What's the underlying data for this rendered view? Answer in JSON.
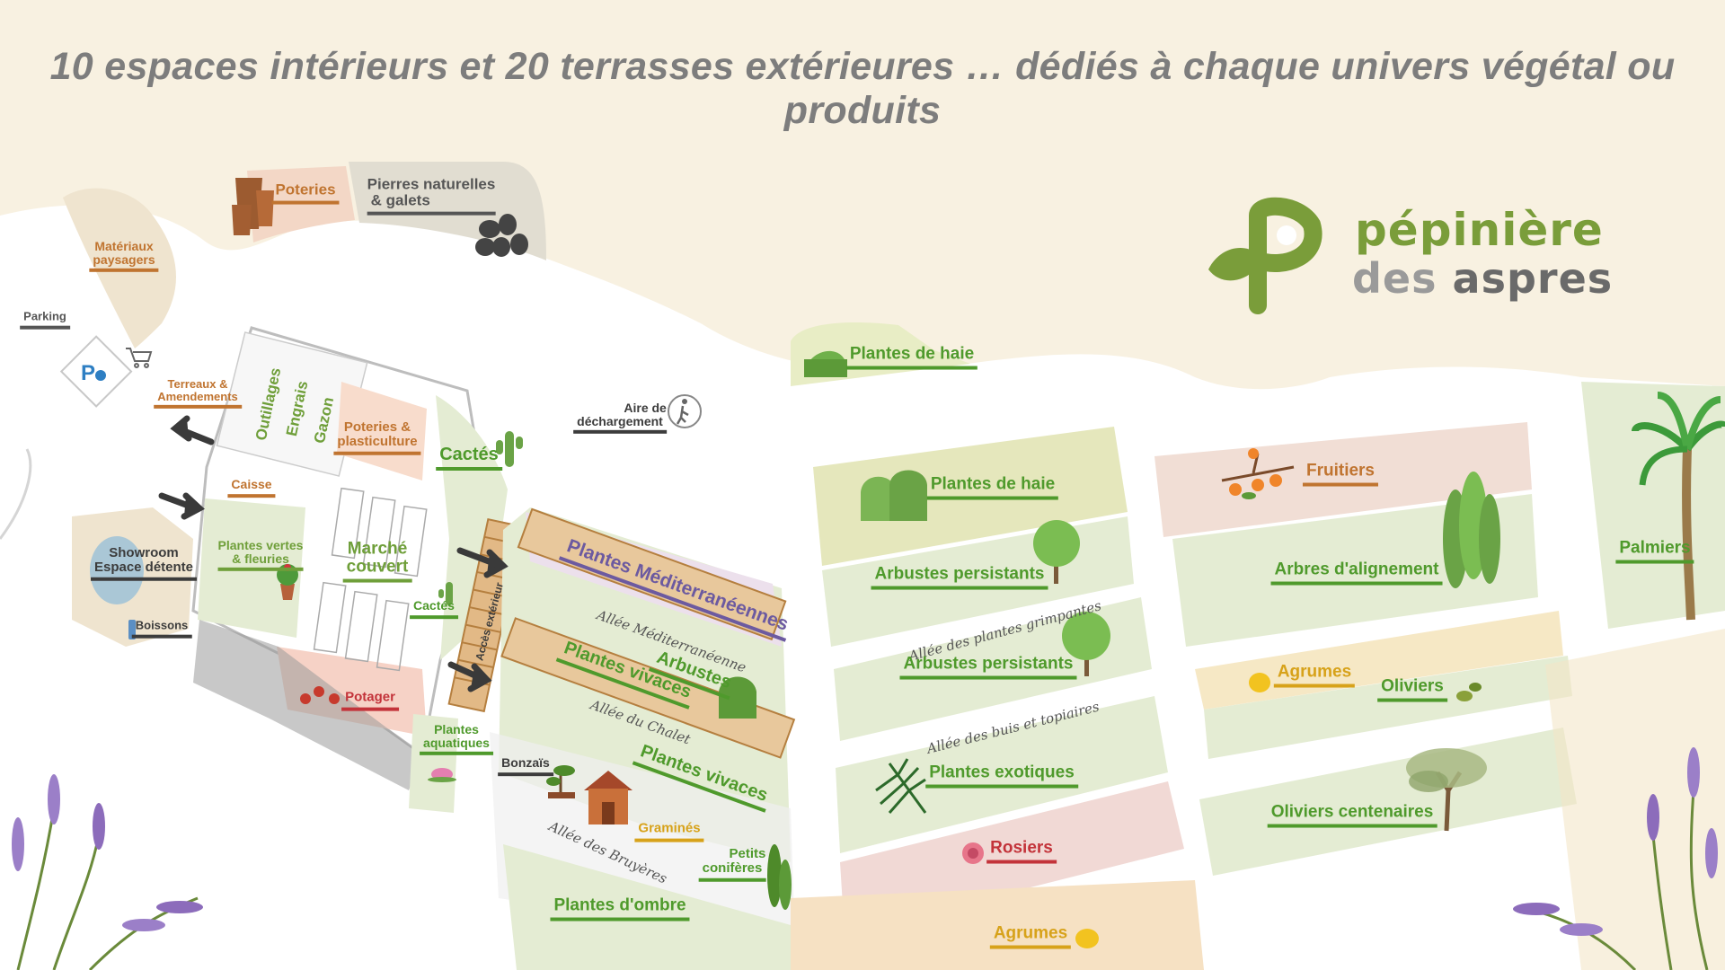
{
  "title": "10 espaces intérieurs et 20 terrasses extérieures … dédiés à chaque univers végétal ou produits",
  "logo": {
    "word1": "pépinière",
    "word2a": "des",
    "word2b": "aspres"
  },
  "labels": {
    "poteries": "Poteries",
    "pierres_1": "Pierres naturelles",
    "pierres_2": "& galets",
    "materiaux_1": "Matériaux",
    "materiaux_2": "paysagers",
    "parking": "Parking",
    "terreaux_1": "Terreaux &",
    "terreaux_2": "Amendements",
    "outillages": "Outillages",
    "engrais": "Engrais",
    "gazon": "Gazon",
    "poteries_plast_1": "Poteries &",
    "poteries_plast_2": "plasticulture",
    "aire_1": "Aire de",
    "aire_2": "déchargement",
    "cactes_top": "Cactés",
    "caisse": "Caisse",
    "showroom_1": "Showroom",
    "showroom_2": "Espace détente",
    "plantes_vertes_1": "Plantes vertes",
    "plantes_vertes_2": "& fleuries",
    "marche_1": "Marché",
    "marche_2": "couvert",
    "cactes_small": "Cactés",
    "acces": "Accès extérieur",
    "boissons": "Boissons",
    "potager": "Potager",
    "plantes_aquatiques_1": "Plantes",
    "plantes_aquatiques_2": "aquatiques",
    "bonzais": "Bonzaïs",
    "plantes_med": "Plantes Méditerranéennes",
    "allee_med": "Allée Méditerranéenne",
    "plantes_vivaces_1": "Plantes vivaces",
    "arbustes": "Arbustes",
    "allee_chalet": "Allée du Chalet",
    "plantes_vivaces_2": "Plantes vivaces",
    "graminees": "Graminés",
    "allee_bruyeres": "Allée des Bruyères",
    "petits_1": "Petits",
    "petits_2": "conifères",
    "plantes_ombre": "Plantes d'ombre",
    "plantes_haie_top": "Plantes de haie",
    "plantes_haie": "Plantes de haie",
    "arbustes_pers_1": "Arbustes persistants",
    "allee_grimpantes": "Allée des plantes grimpantes",
    "arbustes_pers_2": "Arbustes persistants",
    "allee_buis": "Allée des buis et topiaires",
    "plantes_exotiques": "Plantes exotiques",
    "rosiers": "Rosiers",
    "agrumes_bottom": "Agrumes",
    "fruitiers": "Fruitiers",
    "arbres_alignement": "Arbres d'alignement",
    "agrumes": "Agrumes",
    "oliviers": "Oliviers",
    "oliviers_centenaires": "Oliviers centenaires",
    "palmiers": "Palmiers"
  },
  "colors": {
    "background": "#f8f1e1",
    "path": "#ffffff",
    "green_label": "#4f9a2c",
    "orange_label": "#c07430",
    "purple_label": "#6c5aa0",
    "yellow_label": "#d7a21a",
    "red_label": "#c3333a",
    "logo_green": "#7a9d3a",
    "logo_gray": "#6a6a6a"
  },
  "icons": [
    "pots-icon",
    "stones-icon",
    "cart-icon",
    "parking-disabled-icon",
    "arrow-left-icon",
    "arrow-right-icon",
    "pedestrian-icon",
    "cactus-icon",
    "potted-plant-icon",
    "bottle-icon",
    "tomato-icon",
    "lotus-icon",
    "bonsai-icon",
    "chalet-icon",
    "hedge-icon",
    "tree-icon",
    "palm-leaf-icon",
    "rose-icon",
    "lemon-icon",
    "fruit-branch-icon",
    "poplar-trees-icon",
    "olive-icon",
    "olive-tree-icon",
    "palm-tree-icon",
    "lavender-icon",
    "conifer-icon",
    "logo-leaf-icon"
  ]
}
